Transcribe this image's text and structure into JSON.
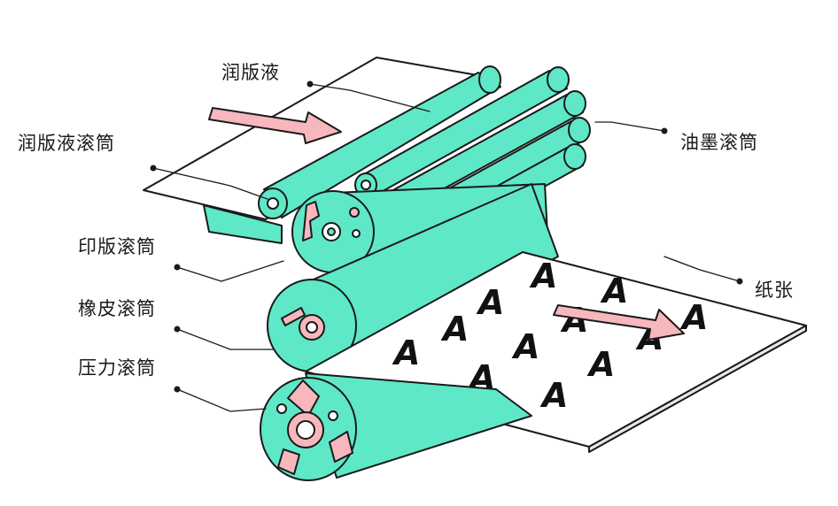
{
  "labels": {
    "dampening_solution": "润版液",
    "dampening_roller": "润版液滚筒",
    "ink_roller": "油墨滚筒",
    "plate_cylinder": "印版滚筒",
    "paper": "纸张",
    "blanket_cylinder": "橡皮滚筒",
    "impression_cylinder": "压力滚筒"
  },
  "sheet_glyph": "A",
  "colors": {
    "roller": "#5ee8c8",
    "outline": "#1a1a1a",
    "arrow": "#f6b7bd",
    "paper": "#ffffff"
  },
  "icons": [
    "feed-arrow-icon",
    "exit-arrow-icon"
  ]
}
